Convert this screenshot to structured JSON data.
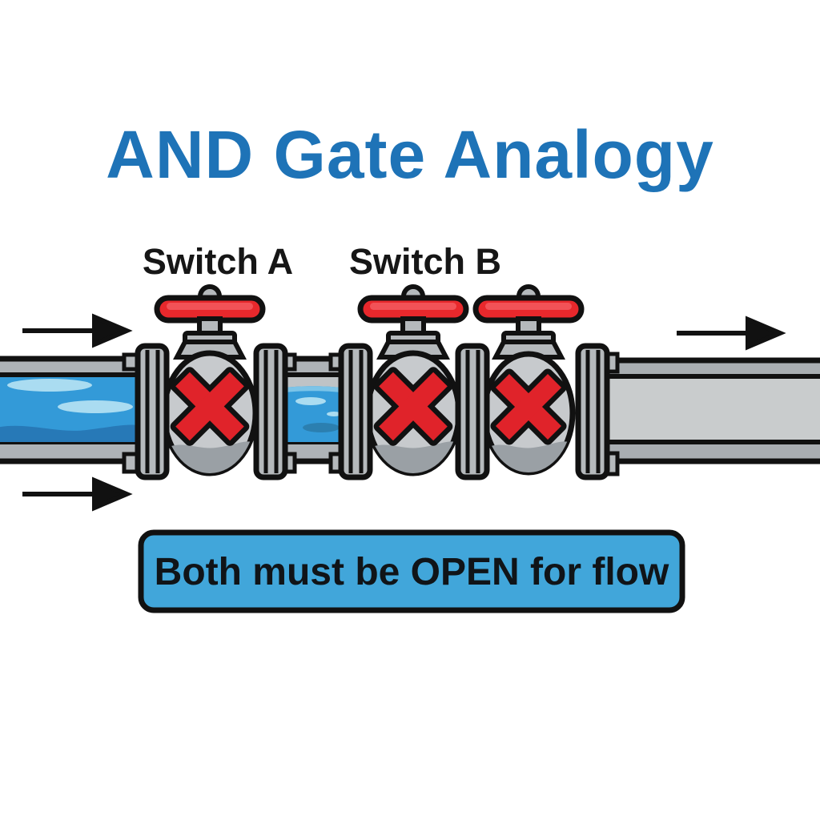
{
  "title": {
    "text": "AND Gate Analogy",
    "color": "#1e73b7"
  },
  "valves": [
    {
      "label": "Switch A",
      "state": "closed",
      "marker": "x-mark-icon"
    },
    {
      "label": "Switch B",
      "state": "closed",
      "marker": "x-mark-icon"
    }
  ],
  "caption": {
    "text": "Both must be OPEN for flow",
    "background": "#41a6da",
    "text_color": "#101418"
  },
  "flow": {
    "direction": "right",
    "inlet": "water",
    "outlet": "empty"
  },
  "colors": {
    "water": "#339ad8",
    "water_shadow": "#2779b7",
    "water_highlight": "#aadcf1",
    "handle_red": "#e8282c",
    "x_red": "#e0232a",
    "metal_light": "#c7cacd",
    "metal_mid": "#b5b9bc",
    "metal_dark": "#9aa0a5",
    "outline": "#111111"
  }
}
